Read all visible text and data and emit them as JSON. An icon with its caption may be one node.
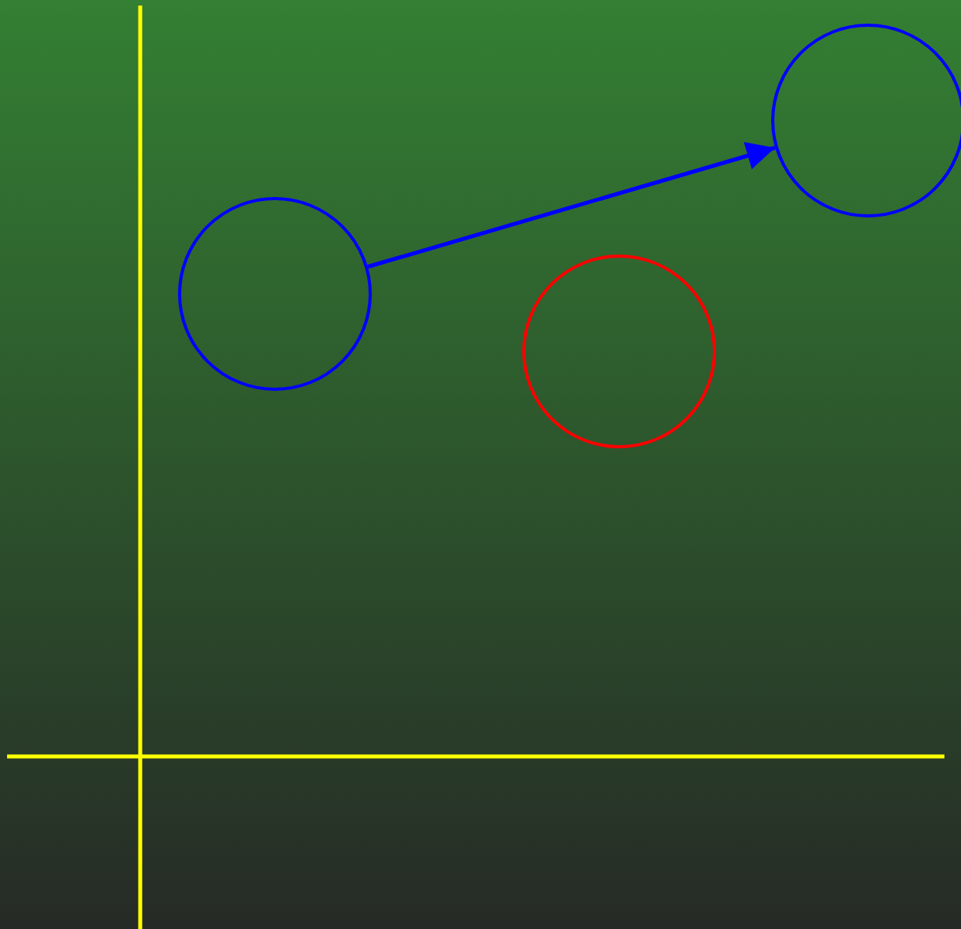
{
  "diagram": {
    "nodes": [
      {
        "text": [],
        "shape": "circle"
      },
      {
        "text": [],
        "shape": "circle"
      },
      {
        "text": [],
        "shape": "circle"
      }
    ],
    "edges": [
      {
        "from": 0,
        "to": 1,
        "arrow": "to"
      }
    ]
  }
}
